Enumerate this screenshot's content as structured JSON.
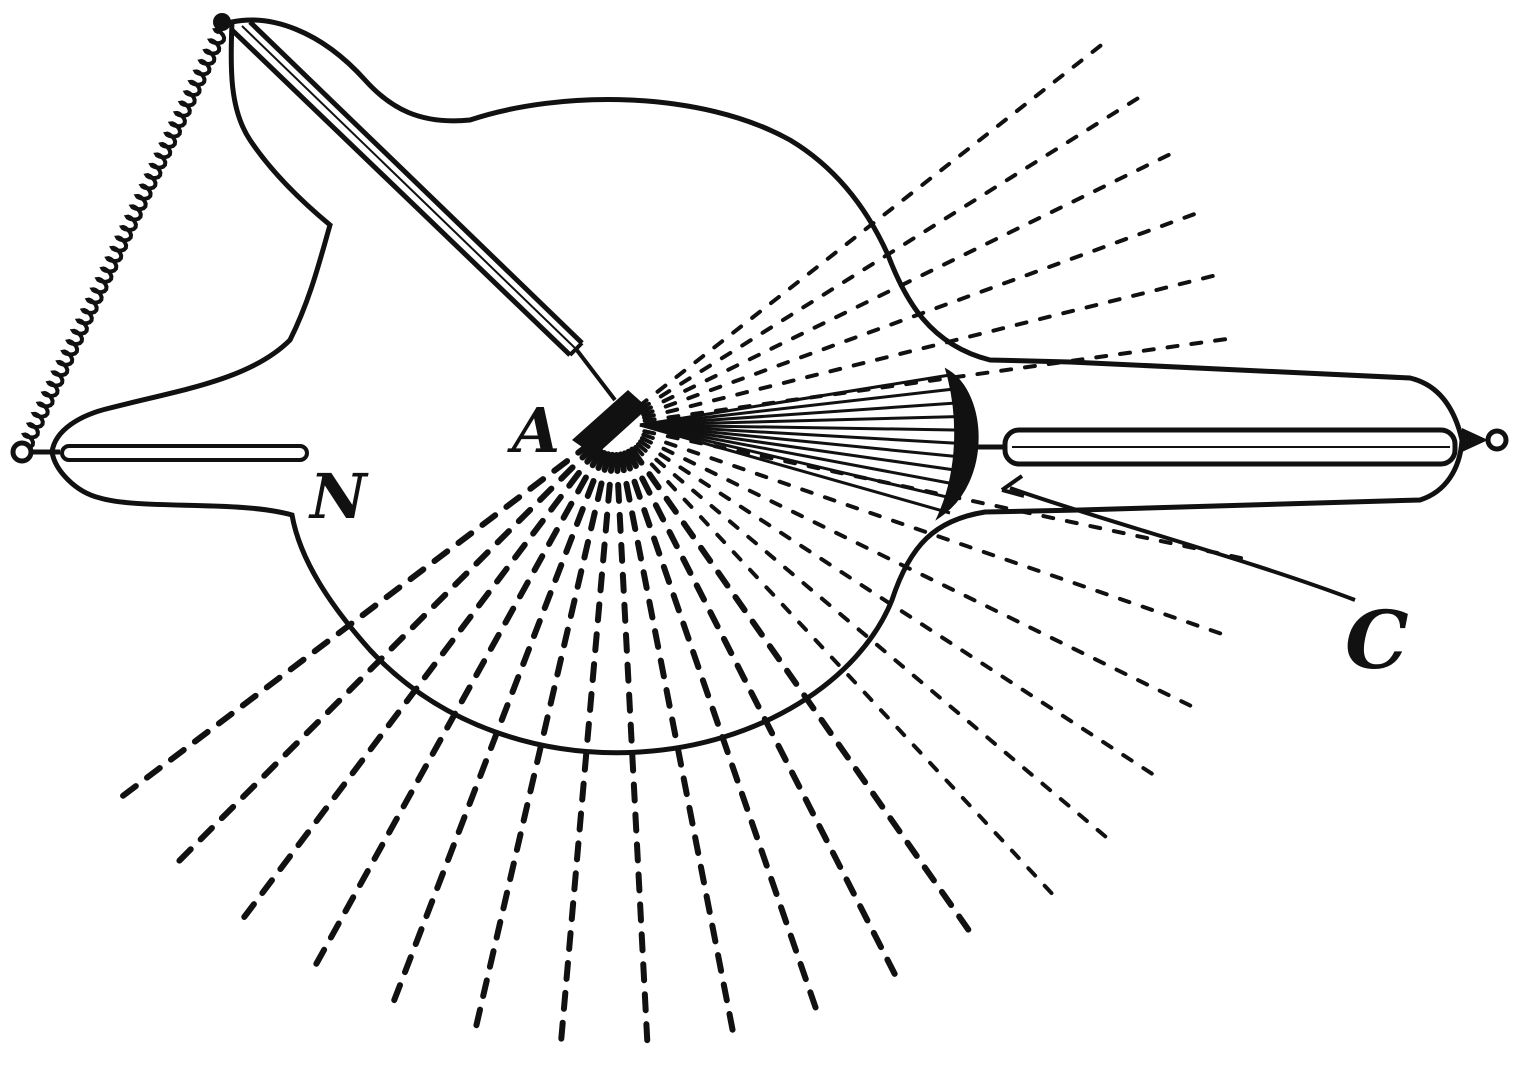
{
  "figure": {
    "labels": {
      "anode": "A",
      "cathode": "C",
      "electrode": "N"
    },
    "colors": {
      "ink": "#111111",
      "paper": "#ffffff"
    }
  }
}
